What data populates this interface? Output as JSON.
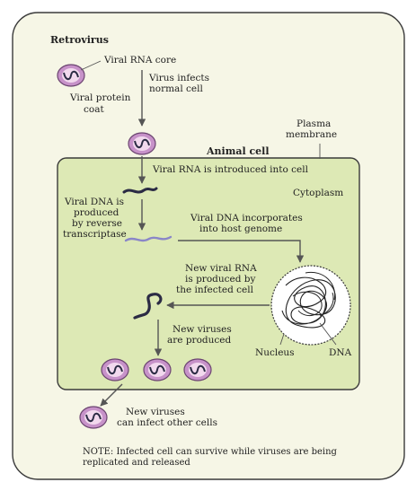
{
  "labels": {
    "retrovirus": "Retrovirus",
    "viral_rna_core": "Viral RNA core",
    "viral_protein_coat_1": "Viral protein",
    "viral_protein_coat_2": "coat",
    "virus_infects_1": "Virus infects",
    "virus_infects_2": "normal cell",
    "plasma_membrane_1": "Plasma",
    "plasma_membrane_2": "membrane",
    "animal_cell": "Animal cell",
    "rna_introduced": "Viral RNA is introduced into cell",
    "cytoplasm": "Cytoplasm",
    "viral_dna_1": "Viral DNA is",
    "viral_dna_2": "produced",
    "viral_dna_3": "by reverse",
    "viral_dna_4": "transcriptase",
    "dna_incorporates_1": "Viral DNA incorporates",
    "dna_incorporates_2": "into host genome",
    "new_rna_1": "New viral RNA",
    "new_rna_2": "is produced by",
    "new_rna_3": "the infected cell",
    "new_viruses_produced_1": "New viruses",
    "new_viruses_produced_2": "are produced",
    "nucleus": "Nucleus",
    "dna": "DNA",
    "new_viruses_infect_1": "New viruses",
    "new_viruses_infect_2": "can infect other cells",
    "note_1": "NOTE: Infected cell can survive while viruses are being",
    "note_2": "replicated and released"
  },
  "colors": {
    "outer_bg": "#f6f6e6",
    "cell_fill": "#dde9b5",
    "virus_coat": "#c792c9",
    "virus_inner": "#f2d9ee",
    "rna": "#2b2b44",
    "dna": "#8a86c8",
    "arrow": "#555555",
    "border": "#3a3a3a"
  }
}
